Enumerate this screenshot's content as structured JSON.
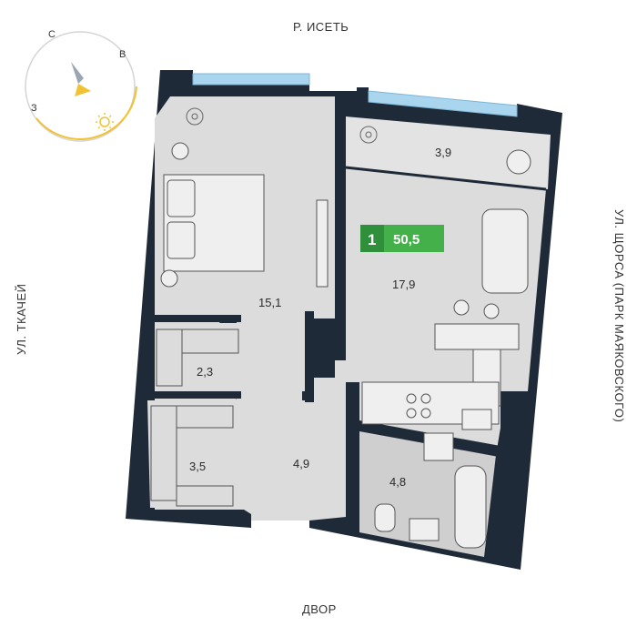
{
  "streets": {
    "top": "Р. ИСЕТЬ",
    "bottom": "ДВОР",
    "left": "УЛ. ТКАЧЕЙ",
    "right": "УЛ. ЩОРСА (ПАРК МАЯКОВСКОГО)"
  },
  "compass": {
    "north": "С",
    "east": "В",
    "west": "З"
  },
  "apartment": {
    "rooms": "1",
    "total_area": "50,5"
  },
  "rooms": {
    "bedroom": "15,1",
    "balcony": "3,9",
    "living": "17,9",
    "storage": "2,3",
    "wardrobe": "3,5",
    "hall": "4,9",
    "bathroom": "4,8"
  },
  "colors": {
    "wall": "#1f2a38",
    "floor": "#dcdcdc",
    "balcony": "#e3e3e3",
    "tile": "#cfcfcf",
    "badge_dark": "#2f8f3a",
    "badge_light": "#43b049",
    "sun": "#f1c232",
    "window": "#a9d6ee"
  }
}
